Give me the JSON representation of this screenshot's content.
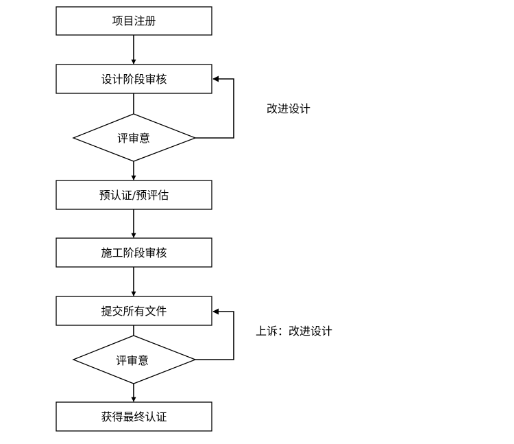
{
  "flowchart": {
    "steps": [
      "项目注册",
      "设计阶段审核",
      "预认证/预评估",
      "施工阶段审核",
      "提交所有文件",
      "获得最终认证"
    ],
    "decisions": [
      "评审意",
      "评审意"
    ],
    "loop_notes": [
      "改进设计",
      "上诉：改进设计"
    ]
  }
}
